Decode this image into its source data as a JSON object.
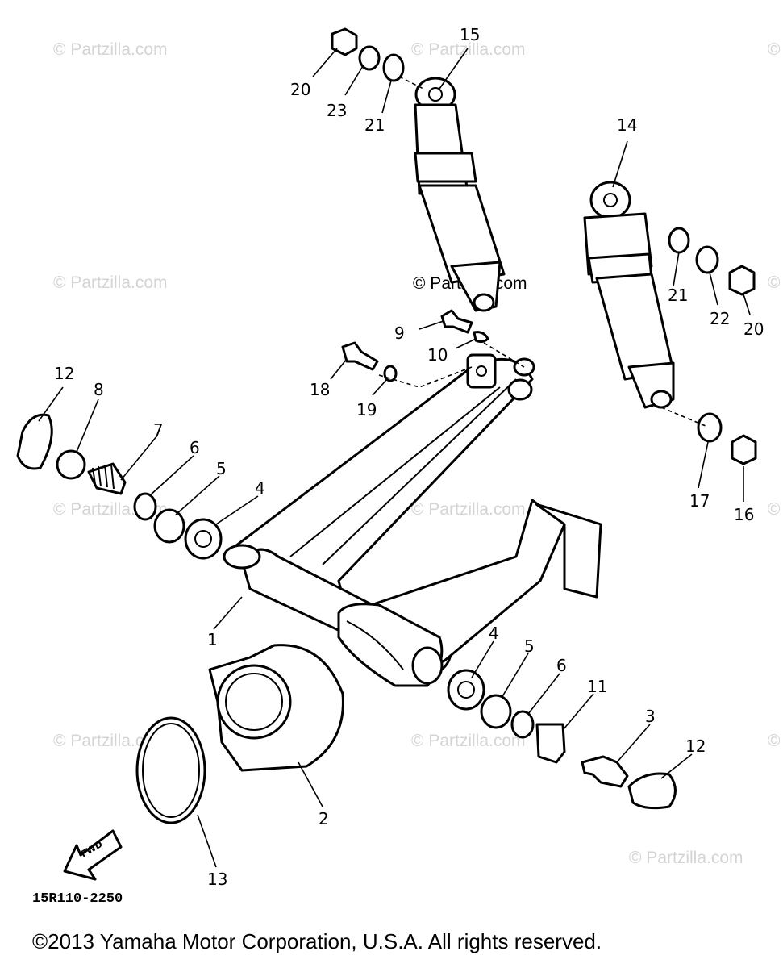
{
  "watermarks": [
    "© Partzilla.com",
    "© Partzilla.com",
    "©",
    "© Partzilla.com",
    "© Partzilla.com",
    "©",
    "© Partzilla.com",
    "© Partzilla.com",
    "©",
    "© Partzilla.com",
    "© Partzilla.com",
    "©"
  ],
  "watermark_center": "© Partzilla.com",
  "callouts": [
    "15",
    "20",
    "23",
    "21",
    "14",
    "21",
    "22",
    "20",
    "9",
    "10",
    "18",
    "19",
    "12",
    "8",
    "7",
    "6",
    "5",
    "4",
    "17",
    "16",
    "1",
    "4",
    "5",
    "6",
    "11",
    "3",
    "12",
    "2",
    "13"
  ],
  "fwd_label": "FWD",
  "diagram_code": "15R110-2250",
  "copyright": "©2013 Yamaha Motor Corporation, U.S.A. All rights reserved."
}
